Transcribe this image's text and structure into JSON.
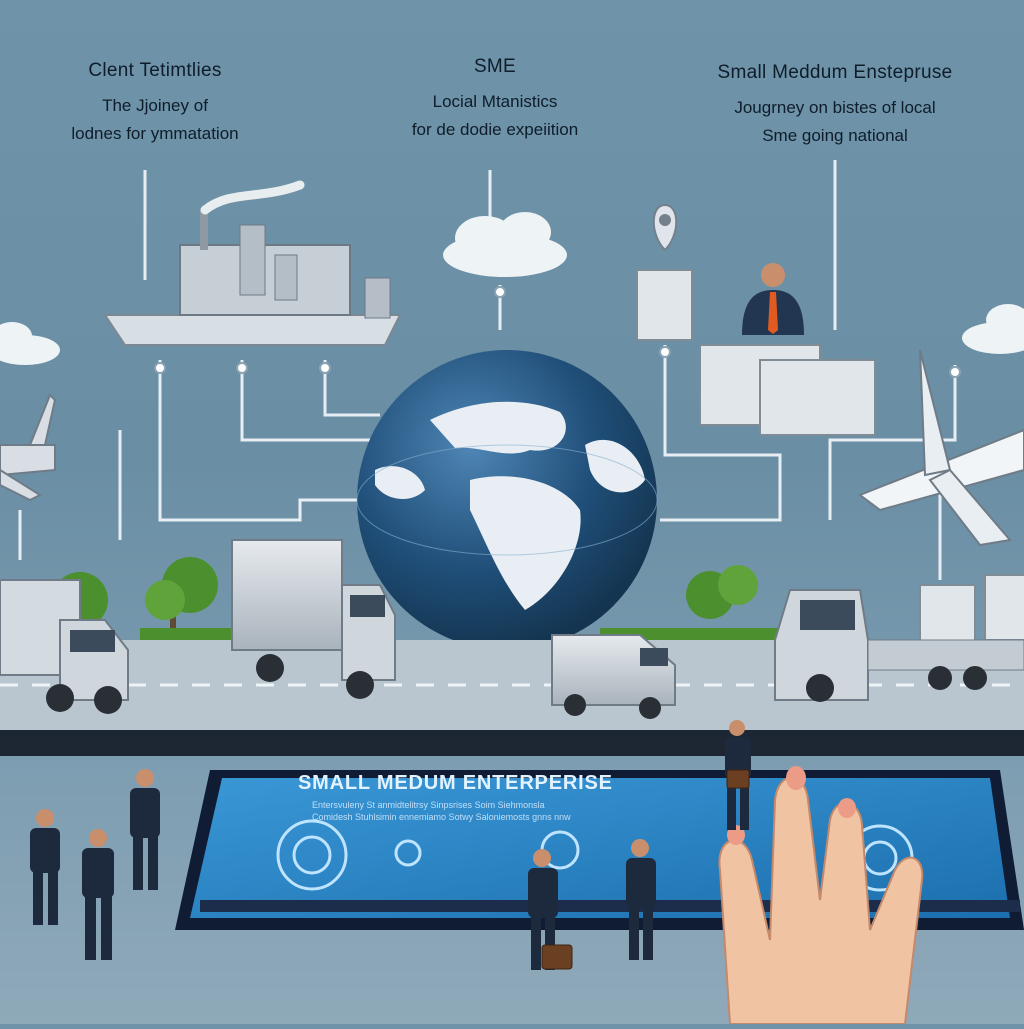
{
  "captions": {
    "left": {
      "title": "Clent Tetimtlies",
      "line1": "The Jjoiney of",
      "line2": "lodnes for ymmatation"
    },
    "middle": {
      "title": "SME",
      "line1": "Locial Mtanistics",
      "line2": "for de dodie expeiition"
    },
    "right": {
      "title": "Small Meddum Enstepruse",
      "line1": "Jougrney on bistes of local",
      "line2": "Sme going national"
    }
  },
  "phone": {
    "title": "SMALL MEDUM ENTERPERISE",
    "sub_line1": "Entersvuleny St anmidtelitrsy Sinpsrises Soim Siehmonsla",
    "sub_line2": "Comidesh Stuhlsimin ennemiamo Sotwy Saloniemosts gnns nnw"
  },
  "colors": {
    "sky": "#6f93a8",
    "road": "#b9c6d0",
    "screen": "#2f86c6",
    "globe_ocean": "#1f4e78"
  },
  "icons": [
    "factory-icon",
    "cloud-icon",
    "map-pin-icon",
    "globe-icon",
    "airplane-icon",
    "truck-icon",
    "van-icon",
    "smartphone-icon",
    "hand-icon",
    "businessperson-icon",
    "briefcase-icon",
    "gear-icon",
    "tree-icon",
    "box-stack-icon"
  ]
}
